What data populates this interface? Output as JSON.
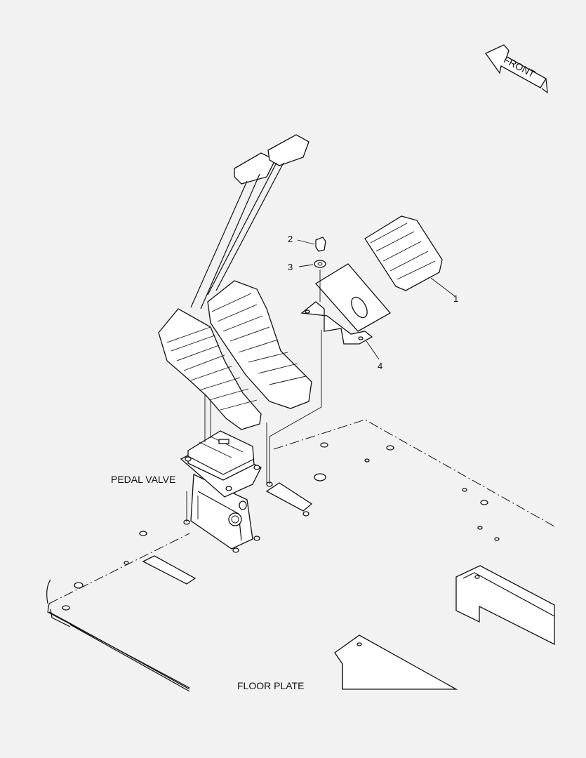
{
  "labels": {
    "front": "FRONT",
    "pedal_valve": "PEDAL VALVE",
    "floor_plate": "FLOOR PLATE"
  },
  "callouts": [
    "1",
    "2",
    "3",
    "4"
  ],
  "colors": {
    "background": "#f2f2f2",
    "ink": "#111111"
  }
}
